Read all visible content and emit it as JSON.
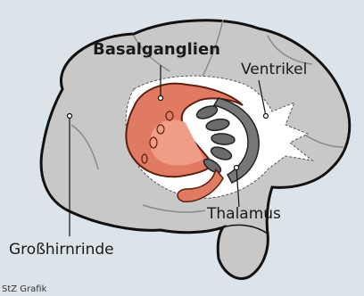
{
  "labels": {
    "basalganglien": "Basalganglien",
    "ventrikel": "Ventrikel",
    "thalamus": "Thalamus",
    "grosshirnrinde": "Großhirnrinde"
  },
  "credit": "StZ Grafik"
}
